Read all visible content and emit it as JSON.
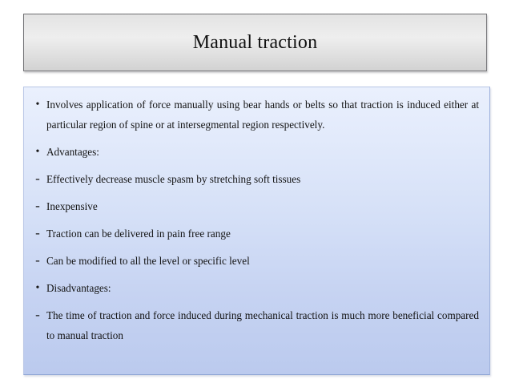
{
  "slide": {
    "title": "Manual traction",
    "bullets": [
      {
        "marker": "•",
        "marker_type": "dot",
        "text": "Involves application of force manually  using bear hands or belts so that traction is induced  either at particular region of spine or at intersegmental region respectively.",
        "multiline": true
      },
      {
        "marker": "•",
        "marker_type": "dot",
        "text": "Advantages:",
        "multiline": false
      },
      {
        "marker": "-",
        "marker_type": "dash",
        "text": "Effectively decrease muscle spasm by stretching soft tissues",
        "multiline": false
      },
      {
        "marker": "-",
        "marker_type": "dash",
        "text": "Inexpensive",
        "multiline": false
      },
      {
        "marker": "-",
        "marker_type": "dash",
        "text": "Traction can be delivered in pain free range",
        "multiline": false
      },
      {
        "marker": "-",
        "marker_type": "dash",
        "text": "Can be modified to all the level or specific level",
        "multiline": false
      },
      {
        "marker": "•",
        "marker_type": "dot",
        "text": "Disadvantages:",
        "multiline": false
      },
      {
        "marker": "-",
        "marker_type": "dash",
        "text": "The time of traction and force induced during mechanical traction is much more beneficial compared to manual traction",
        "multiline": true
      }
    ]
  },
  "colors": {
    "title_border": "#7a7a7d",
    "title_fill_top": "#e3e3e3",
    "title_fill_bottom": "#d2d2d2",
    "content_fill_top": "#eaf0fd",
    "content_fill_bottom": "#bbcaee",
    "content_border": "#b9c7e6",
    "text": "#131313",
    "page_background": "#ffffff"
  }
}
